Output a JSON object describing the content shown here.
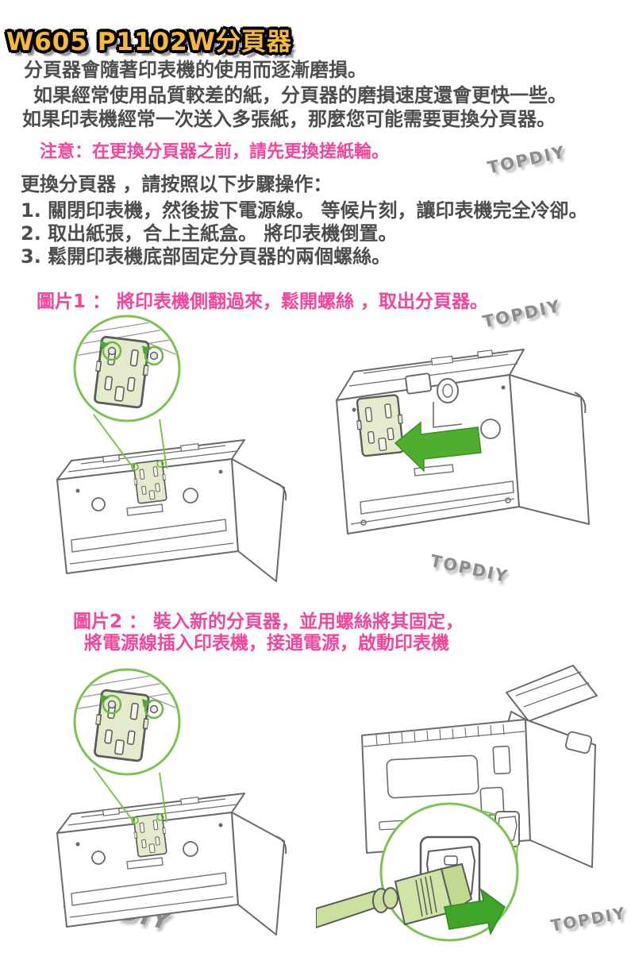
{
  "page": {
    "title": "W605 P1102W分頁器",
    "intro": [
      "分頁器會隨著印表機的使用而逐漸磨損。",
      "如果經常使用品質較差的紙，分頁器的磨損速度還會更快一些。",
      "如果印表機經常一次送入多張紙，那麼您可能需要更換分頁器。"
    ],
    "warning": "注意：在更換分頁器之前，請先更換搓紙輪。",
    "steps_intro": "更換分頁器 ，請按照以下步驟操作：",
    "steps": [
      "1. 關閉印表機，然後拔下電源線。 等候片刻，讓印表機完全冷卻。",
      "2. 取出紙張，合上主紙盒。 將印表機倒置。",
      "3. 鬆開印表機底部固定分頁器的兩個螺絲。"
    ],
    "figure1_caption": "圖片1 ： 將印表機側翻過來，鬆開螺絲 ，取出分頁器。",
    "figure2_caption_line1": "圖片2 ： 裝入新的分頁器，並用螺絲將其固定，",
    "figure2_caption_line2": "將電源線插入印表機，接通電源，啟動印表機",
    "watermark": "TOPDIY",
    "colors": {
      "title_gold": "#F6B93B",
      "accent_pink": "#F2459B",
      "text_gray": "#4d4d4d",
      "watermark_gray": "#8c8c8c",
      "callout_green": "#7CC350",
      "arrow_green": "#4FAE2E",
      "pad_fill": "#E3EBCC"
    }
  }
}
